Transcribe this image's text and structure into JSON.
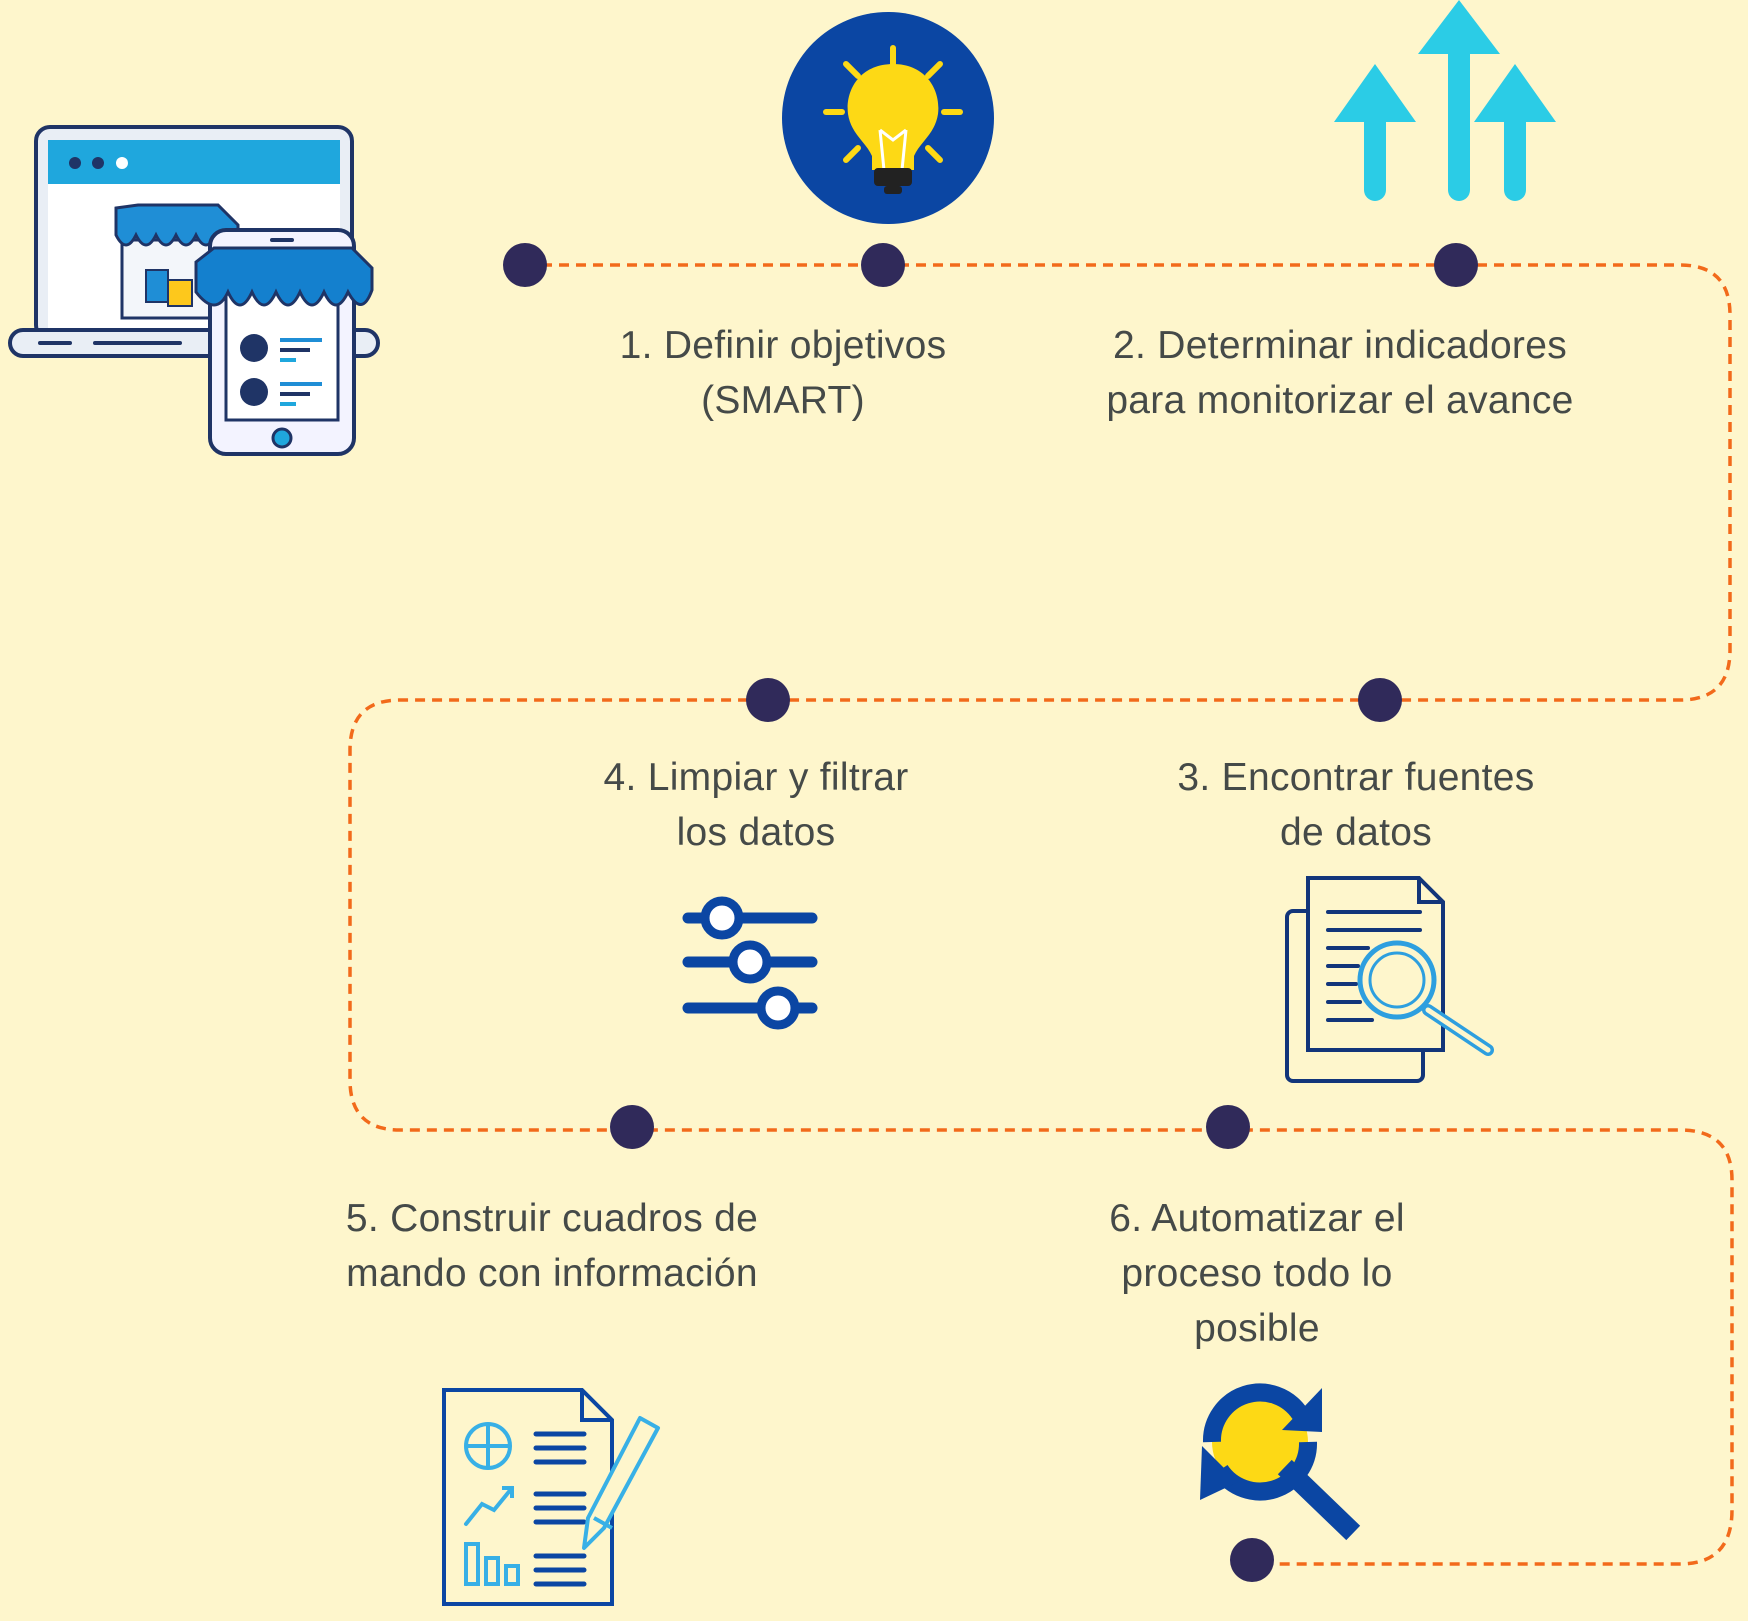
{
  "steps": [
    {
      "number": 1,
      "label": "1. Definir objetivos\n(SMART)",
      "icon": "lightbulb-icon"
    },
    {
      "number": 2,
      "label": "2. Determinar indicadores\npara monitorizar el avance",
      "icon": "growth-arrows-icon"
    },
    {
      "number": 3,
      "label": "3. Encontrar fuentes\nde datos",
      "icon": "document-search-icon"
    },
    {
      "number": 4,
      "label": "4. Limpiar y filtrar\nlos datos",
      "icon": "sliders-icon"
    },
    {
      "number": 5,
      "label": "5. Construir cuadros de\nmando con información",
      "icon": "report-chart-icon"
    },
    {
      "number": 6,
      "label": "6. Automatizar el\nproceso todo lo\nposible",
      "icon": "sync-search-icon"
    }
  ],
  "illustration": "ecommerce-laptop-tablet-icon",
  "colors": {
    "background": "#FEF6CC",
    "path": "#F26A1B",
    "node": "#302A5A",
    "text": "#454A48",
    "navy": "#0B46A3",
    "cyan": "#2BCCE6",
    "yellow": "#FDD915",
    "lightblue": "#38B0E6"
  }
}
